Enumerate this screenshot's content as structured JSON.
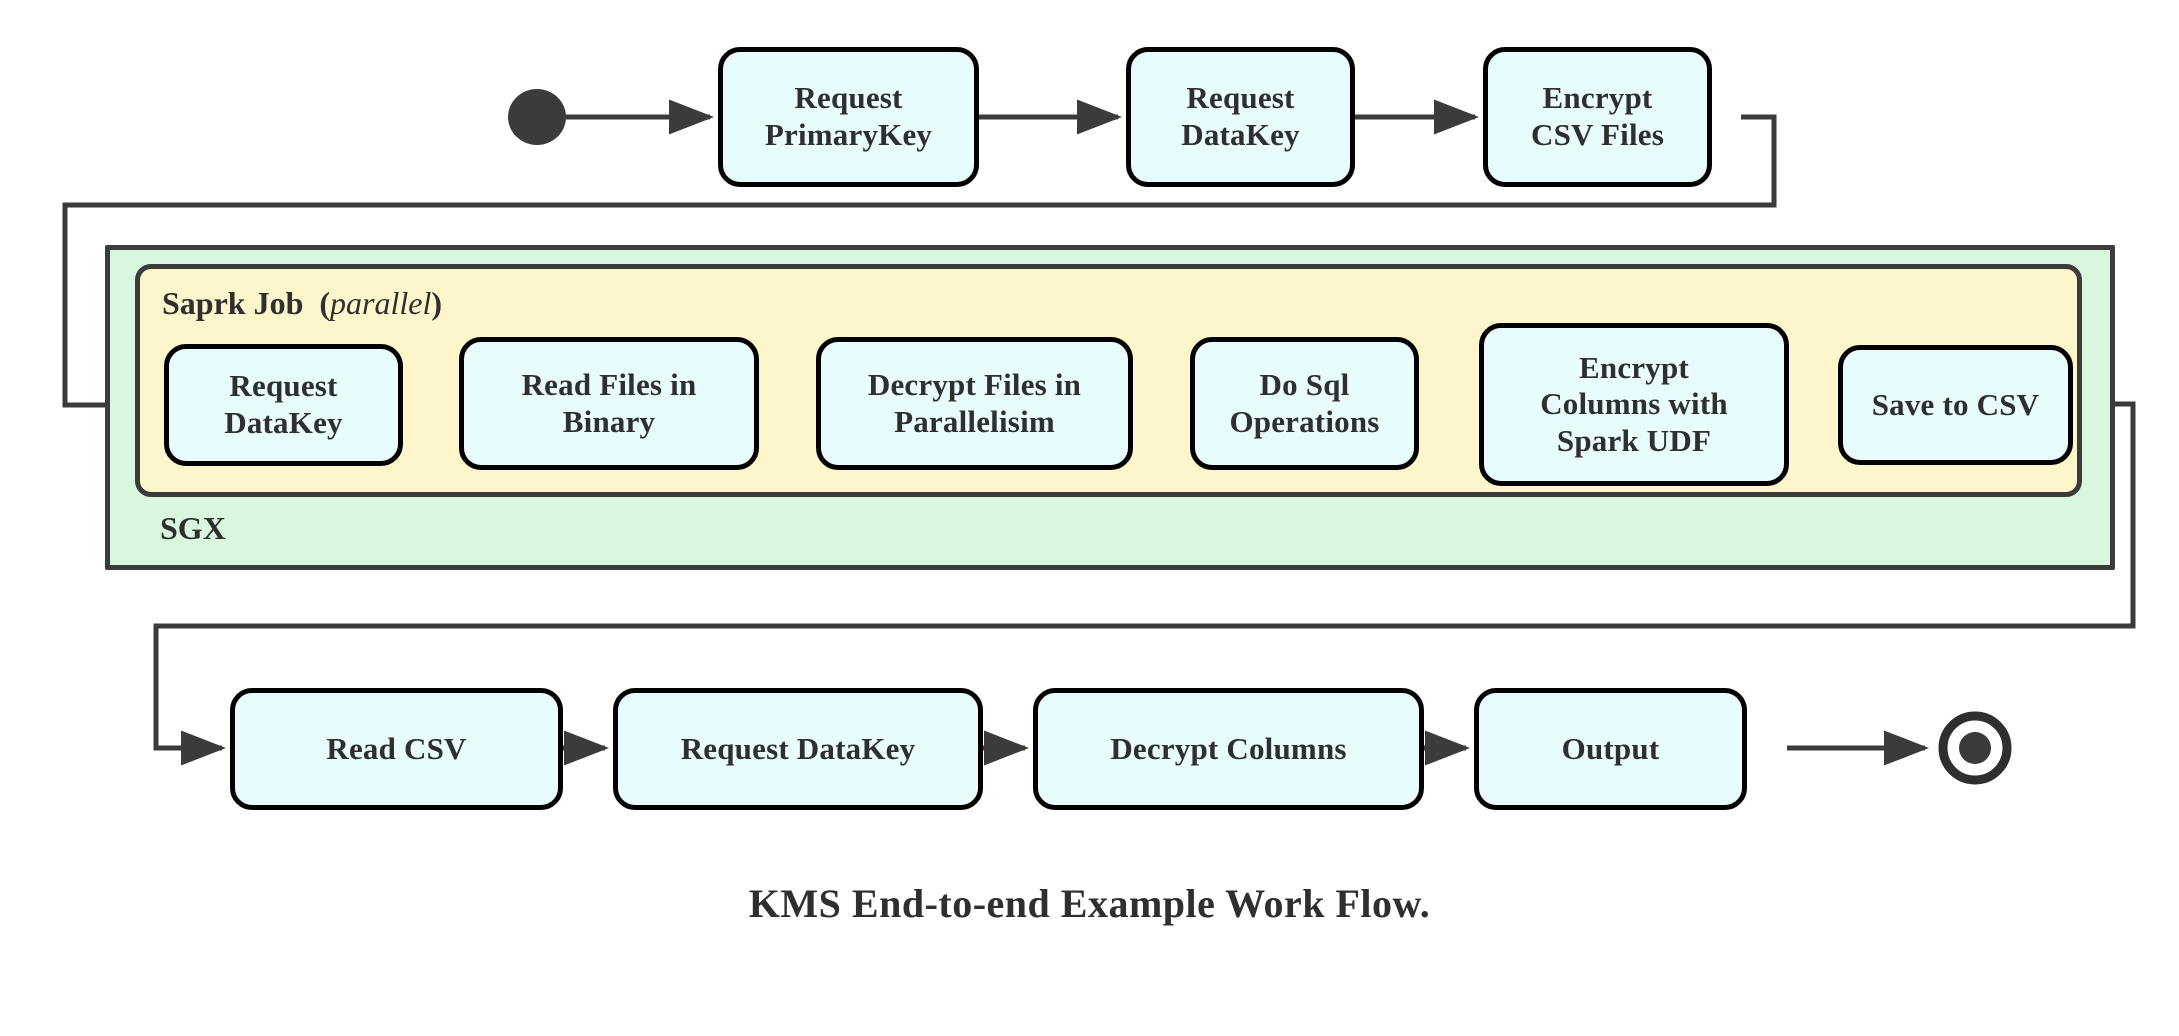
{
  "caption": "KMS End-to-end Example Work Flow.",
  "colors": {
    "node_fill": "#e8fbfd",
    "node_border": "#000000",
    "sgx_fill": "#d9f7df",
    "spark_fill": "#fdf6cb",
    "container_border": "#3b3b3b",
    "edge": "#3b3b3b",
    "text": "#2f2f2f",
    "background": "#ffffff"
  },
  "containers": {
    "sgx": {
      "label": "SGX"
    },
    "spark": {
      "label_bold": "Saprk Job",
      "label_italic": "parallel",
      "label_full": "Saprk Job  (parallel)"
    }
  },
  "markers": {
    "start_node": "start-node",
    "end_node": "end-node"
  },
  "rows": {
    "top": [
      {
        "id": "request-primarykey",
        "lines": [
          "Request",
          "PrimaryKey"
        ]
      },
      {
        "id": "request-datakey-top",
        "lines": [
          "Request",
          "DataKey"
        ]
      },
      {
        "id": "encrypt-csv-files",
        "lines": [
          "Encrypt",
          "CSV Files"
        ]
      }
    ],
    "spark": [
      {
        "id": "request-datakey-spark",
        "lines": [
          "Request",
          "DataKey"
        ]
      },
      {
        "id": "read-files-in-binary",
        "lines": [
          "Read Files in",
          "Binary"
        ]
      },
      {
        "id": "decrypt-files-in-parallelisim",
        "lines": [
          "Decrypt Files in",
          "Parallelisim"
        ]
      },
      {
        "id": "do-sql-operations",
        "lines": [
          "Do Sql",
          "Operations"
        ]
      },
      {
        "id": "encrypt-columns-with-spark-udf",
        "lines": [
          "Encrypt",
          "Columns with",
          "Spark UDF"
        ]
      },
      {
        "id": "save-to-csv",
        "lines": [
          "Save to CSV"
        ]
      }
    ],
    "bottom": [
      {
        "id": "read-csv",
        "lines": [
          "Read CSV"
        ]
      },
      {
        "id": "request-datakey-bottom",
        "lines": [
          "Request DataKey"
        ]
      },
      {
        "id": "decrypt-columns",
        "lines": [
          "Decrypt Columns"
        ]
      },
      {
        "id": "output",
        "lines": [
          "Output"
        ]
      }
    ]
  },
  "chart_data": {
    "type": "flowchart",
    "title": "KMS End-to-end Example Work Flow.",
    "nodes": [
      {
        "id": "start",
        "type": "start",
        "label": ""
      },
      {
        "id": "request-primarykey",
        "type": "process",
        "label": "Request PrimaryKey"
      },
      {
        "id": "request-datakey-top",
        "type": "process",
        "label": "Request DataKey"
      },
      {
        "id": "encrypt-csv-files",
        "type": "process",
        "label": "Encrypt CSV Files"
      },
      {
        "id": "request-datakey-spark",
        "type": "process",
        "label": "Request DataKey",
        "group": "spark"
      },
      {
        "id": "read-files-in-binary",
        "type": "process",
        "label": "Read Files in Binary",
        "group": "spark"
      },
      {
        "id": "decrypt-files-in-parallelisim",
        "type": "process",
        "label": "Decrypt Files in Parallelisim",
        "group": "spark"
      },
      {
        "id": "do-sql-operations",
        "type": "process",
        "label": "Do Sql Operations",
        "group": "spark"
      },
      {
        "id": "encrypt-columns-with-spark-udf",
        "type": "process",
        "label": "Encrypt Columns with Spark UDF",
        "group": "spark"
      },
      {
        "id": "save-to-csv",
        "type": "process",
        "label": "Save to CSV",
        "group": "spark"
      },
      {
        "id": "read-csv",
        "type": "process",
        "label": "Read CSV"
      },
      {
        "id": "request-datakey-bottom",
        "type": "process",
        "label": "Request DataKey"
      },
      {
        "id": "decrypt-columns",
        "type": "process",
        "label": "Decrypt Columns"
      },
      {
        "id": "output",
        "type": "process",
        "label": "Output"
      },
      {
        "id": "end",
        "type": "end",
        "label": ""
      }
    ],
    "groups": [
      {
        "id": "sgx",
        "label": "SGX",
        "contains": [
          "spark"
        ]
      },
      {
        "id": "spark",
        "label": "Saprk Job (parallel)",
        "contains": [
          "request-datakey-spark",
          "read-files-in-binary",
          "decrypt-files-in-parallelisim",
          "do-sql-operations",
          "encrypt-columns-with-spark-udf",
          "save-to-csv"
        ]
      }
    ],
    "edges": [
      {
        "from": "start",
        "to": "request-primarykey"
      },
      {
        "from": "request-primarykey",
        "to": "request-datakey-top"
      },
      {
        "from": "request-datakey-top",
        "to": "encrypt-csv-files"
      },
      {
        "from": "encrypt-csv-files",
        "to": "request-datakey-spark"
      },
      {
        "from": "request-datakey-spark",
        "to": "read-files-in-binary"
      },
      {
        "from": "read-files-in-binary",
        "to": "decrypt-files-in-parallelisim"
      },
      {
        "from": "decrypt-files-in-parallelisim",
        "to": "do-sql-operations"
      },
      {
        "from": "do-sql-operations",
        "to": "encrypt-columns-with-spark-udf"
      },
      {
        "from": "encrypt-columns-with-spark-udf",
        "to": "save-to-csv"
      },
      {
        "from": "save-to-csv",
        "to": "read-csv"
      },
      {
        "from": "read-csv",
        "to": "request-datakey-bottom"
      },
      {
        "from": "request-datakey-bottom",
        "to": "decrypt-columns"
      },
      {
        "from": "decrypt-columns",
        "to": "output"
      },
      {
        "from": "output",
        "to": "end"
      }
    ]
  }
}
